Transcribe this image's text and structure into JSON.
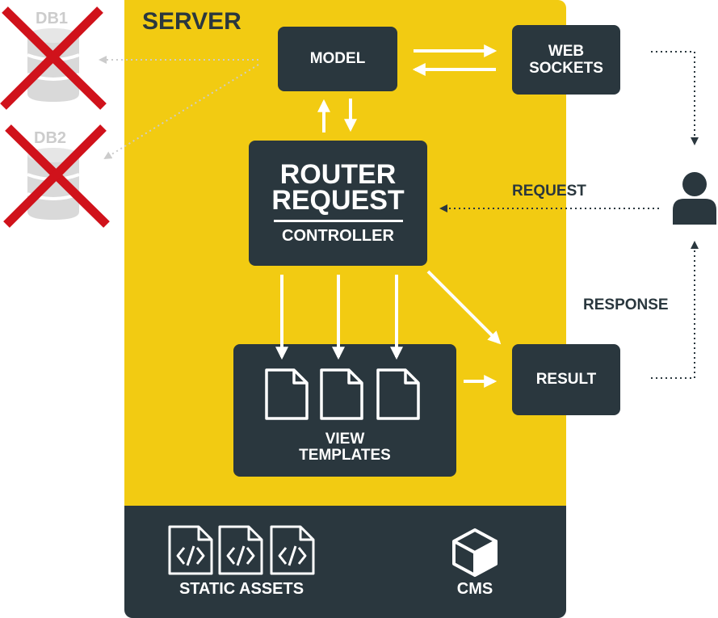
{
  "server": {
    "title": "SERVER"
  },
  "databases": [
    {
      "label": "DB1"
    },
    {
      "label": "DB2"
    }
  ],
  "boxes": {
    "model": "MODEL",
    "websockets_line1": "WEB",
    "websockets_line2": "SOCKETS",
    "router_line1": "ROUTER",
    "router_line2": "REQUEST",
    "router_line3": "CONTROLLER",
    "view_line1": "VIEW",
    "view_line2": "TEMPLATES",
    "result": "RESULT"
  },
  "flows": {
    "request": "REQUEST",
    "response": "RESPONSE"
  },
  "footer": {
    "static_assets": "STATIC ASSETS",
    "cms": "CMS"
  },
  "colors": {
    "server_bg": "#f2cb12",
    "dark": "#2a373e",
    "cross": "#d0121b",
    "db_gray": "#cccccc"
  }
}
